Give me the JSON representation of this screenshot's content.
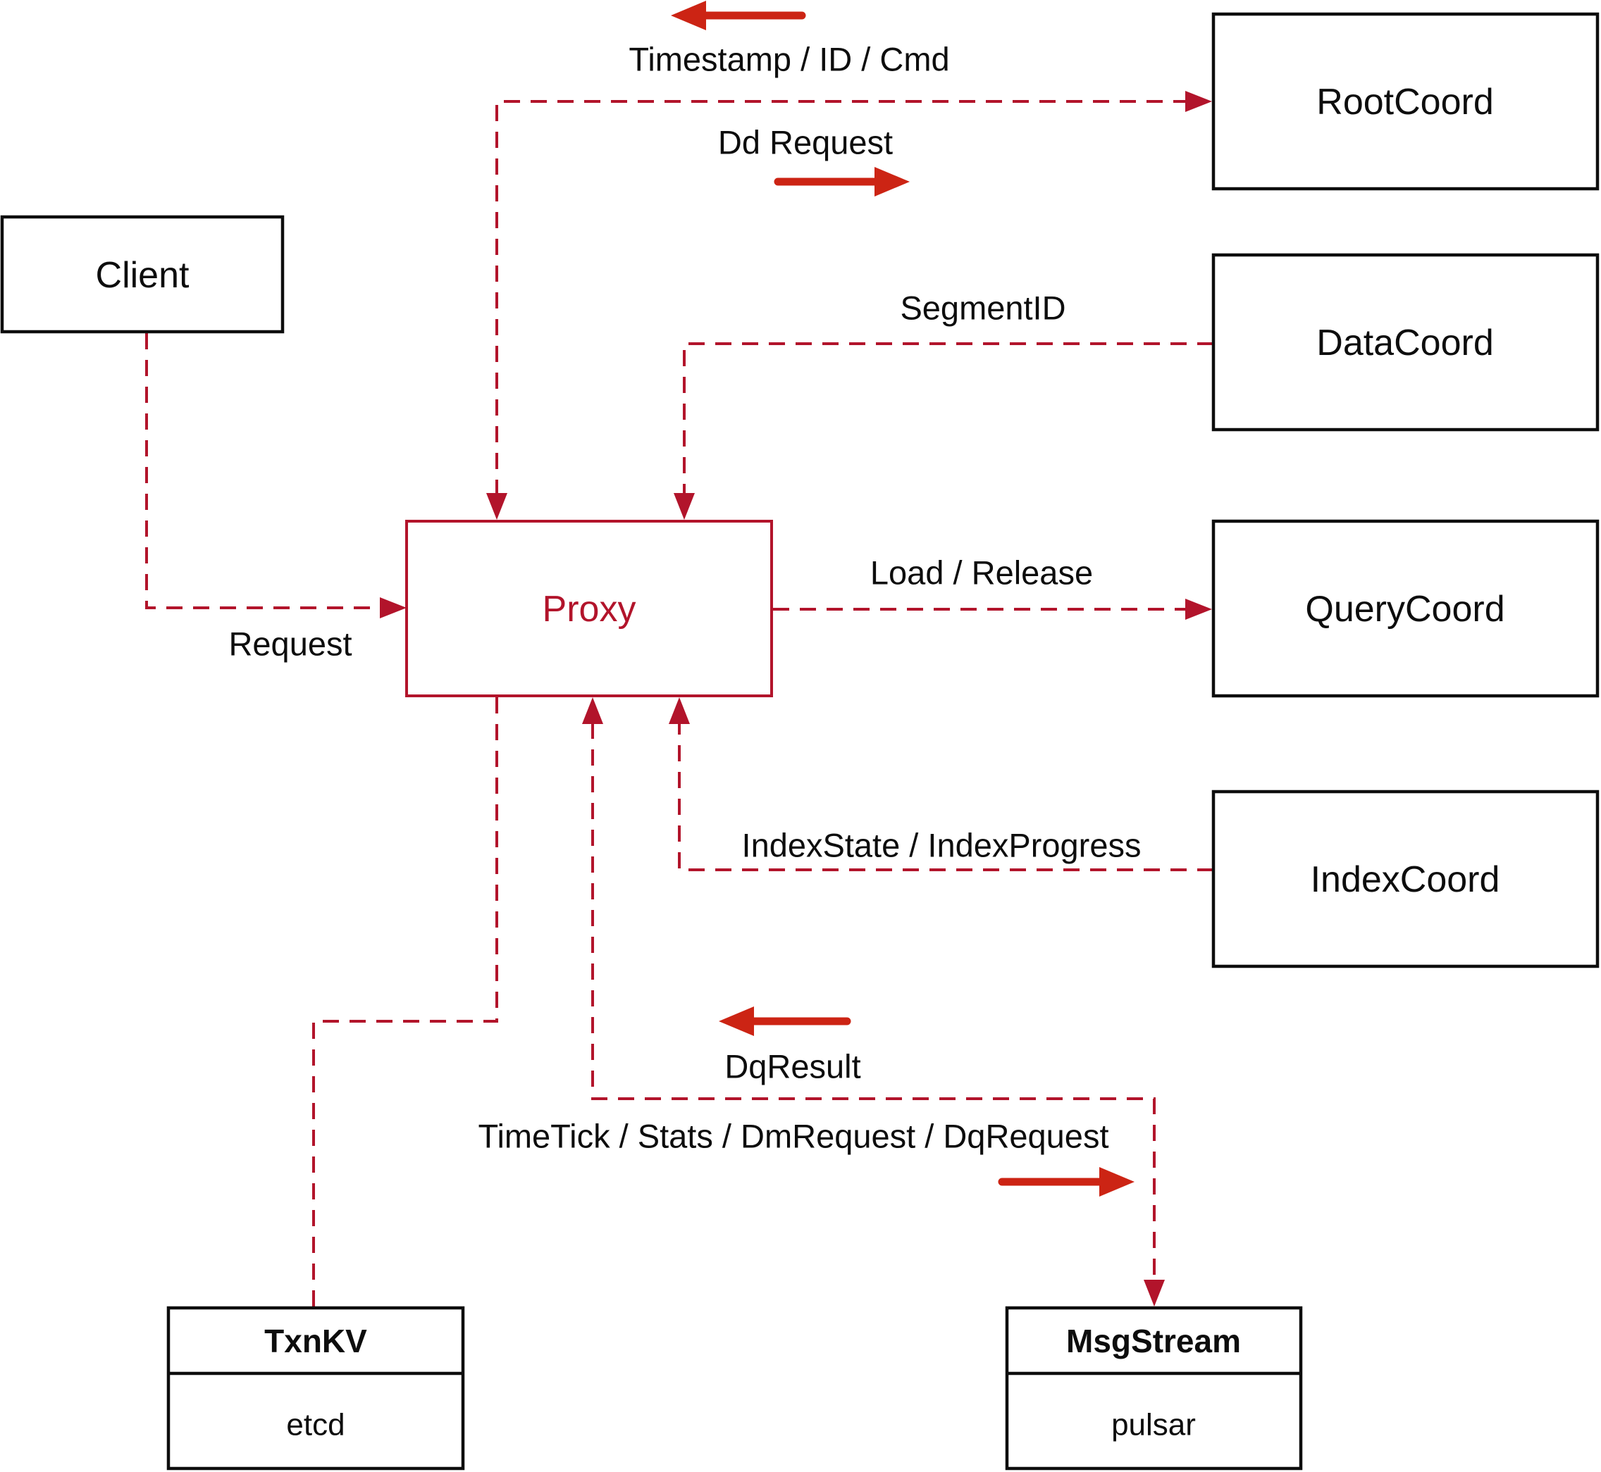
{
  "diagram": {
    "colors": {
      "dashed_line": "#b2142b",
      "indicator_arrow": "#cc2414",
      "node_border": "#0d0d0d",
      "background": "#ffffff"
    },
    "nodes": {
      "client": {
        "label": "Client"
      },
      "proxy": {
        "label": "Proxy"
      },
      "root_coord": {
        "label": "RootCoord"
      },
      "data_coord": {
        "label": "DataCoord"
      },
      "query_coord": {
        "label": "QueryCoord"
      },
      "index_coord": {
        "label": "IndexCoord"
      },
      "txn_kv": {
        "title": "TxnKV",
        "subtitle": "etcd"
      },
      "msg_stream": {
        "title": "MsgStream",
        "subtitle": "pulsar"
      }
    },
    "edges": {
      "request": {
        "label": "Request"
      },
      "timestamp_id_cmd": {
        "label": "Timestamp / ID / Cmd"
      },
      "dd_request": {
        "label": "Dd Request"
      },
      "segment_id": {
        "label": "SegmentID"
      },
      "load_release": {
        "label": "Load / Release"
      },
      "index_state": {
        "label": "IndexState / IndexProgress"
      },
      "dq_result": {
        "label": "DqResult"
      },
      "time_tick": {
        "label": "TimeTick / Stats / DmRequest / DqRequest"
      }
    }
  }
}
